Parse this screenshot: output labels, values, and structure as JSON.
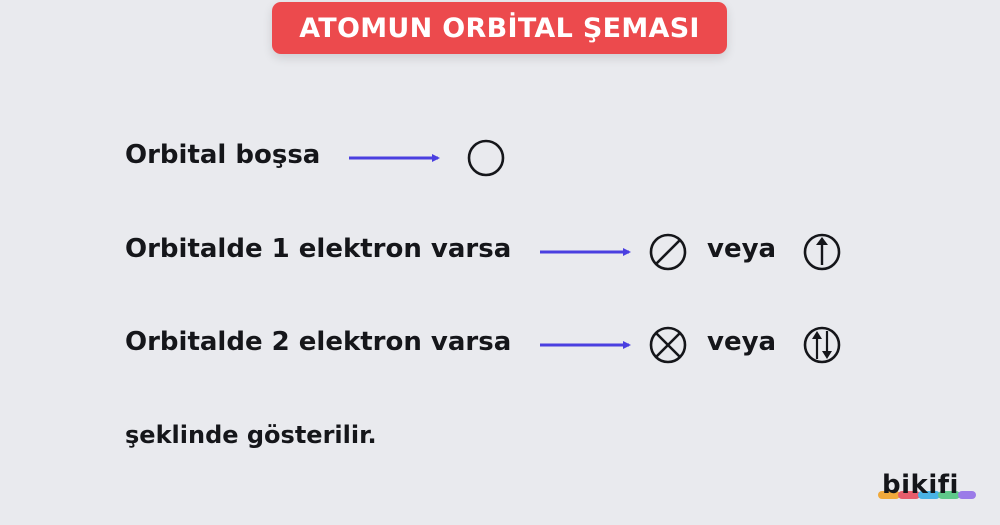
{
  "title": "ATOMUN ORBİTAL ŞEMASI",
  "rows": [
    {
      "label": "Orbital boşsa"
    },
    {
      "label": "Orbitalde 1 elektron varsa",
      "connector": "veya"
    },
    {
      "label": "Orbitalde 2 elektron varsa",
      "connector": "veya"
    }
  ],
  "footer": "şeklinde gösterilir.",
  "logo": "bikifi",
  "colors": {
    "title_bg": "#ec4a4d",
    "arrow": "#4a3fe0",
    "text": "#15161a",
    "background": "#e9eaee"
  }
}
